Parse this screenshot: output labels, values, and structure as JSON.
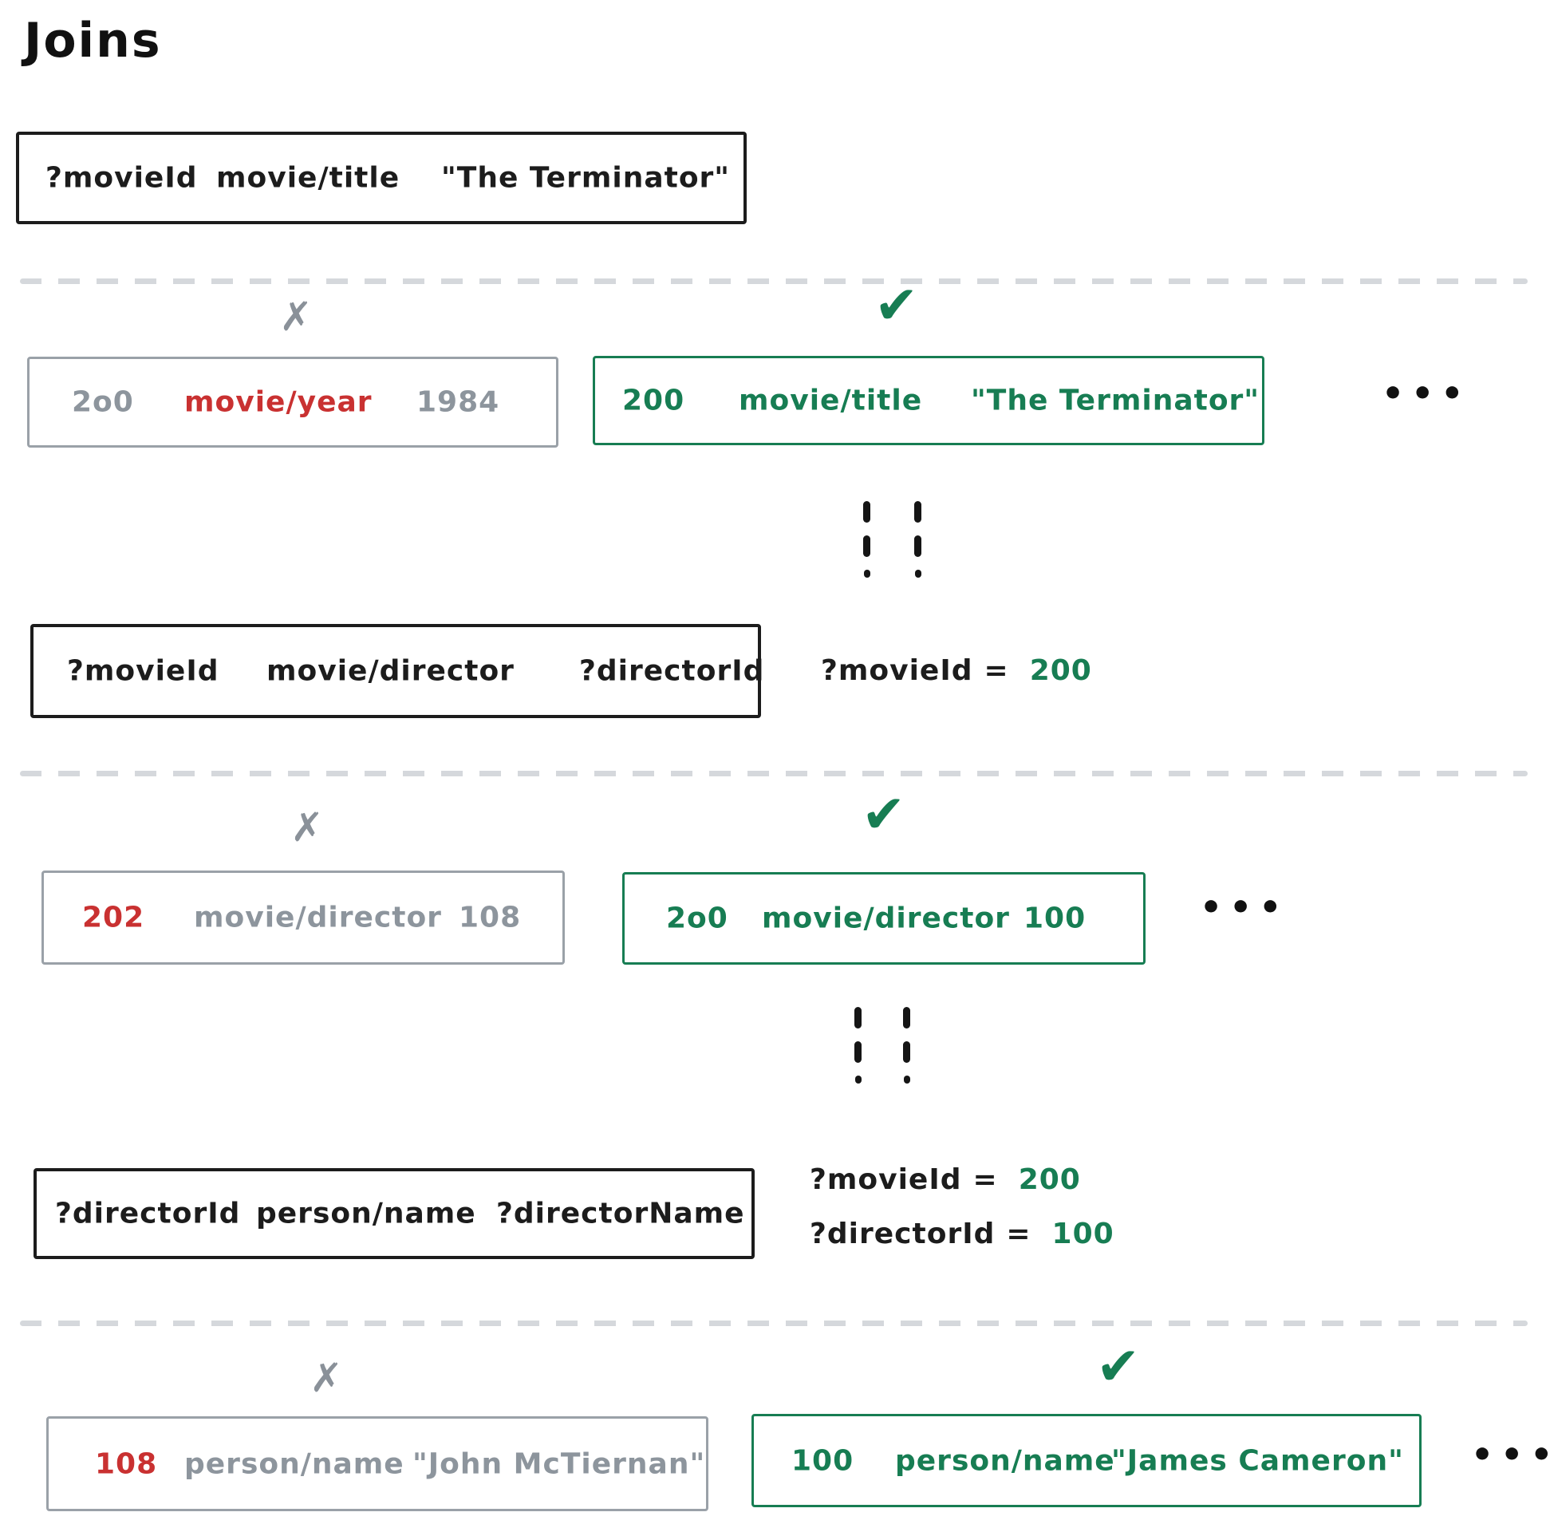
{
  "title": "Joins",
  "marks": {
    "fail": "✗",
    "pass": "✔",
    "ellipsis": "•••"
  },
  "colors": {
    "green": "#177d53",
    "red": "#c93131",
    "gray": "#8d959d",
    "border_gray": "#9aa1a8",
    "black": "#1c1c1c",
    "divider": "#d5d8dc"
  },
  "query1": {
    "subject": "?movieId",
    "predicate": "movie/title",
    "object": "\"The Terminator\""
  },
  "row1": {
    "fail": {
      "subject": "2o0",
      "predicate": "movie/year",
      "object": "1984"
    },
    "pass": {
      "subject": "200",
      "predicate": "movie/title",
      "object": "\"The Terminator\""
    }
  },
  "query2": {
    "subject": "?movieId",
    "predicate": "movie/director",
    "object": "?directorId",
    "bindings": [
      {
        "variable": "?movieId",
        "op": "=",
        "value": "200"
      }
    ]
  },
  "row2": {
    "fail": {
      "subject": "202",
      "predicate": "movie/director",
      "object": "108"
    },
    "pass": {
      "subject": "2o0",
      "predicate": "movie/director",
      "object": "100"
    }
  },
  "query3": {
    "subject": "?directorId",
    "predicate": "person/name",
    "object": "?directorName",
    "bindings": [
      {
        "variable": "?movieId",
        "op": "=",
        "value": "200"
      },
      {
        "variable": "?directorId",
        "op": "=",
        "value": "100"
      }
    ]
  },
  "row3": {
    "fail": {
      "subject": "108",
      "predicate": "person/name",
      "object": "\"John McTiernan\""
    },
    "pass": {
      "subject": "100",
      "predicate": "person/name",
      "object": "\"James Cameron\""
    }
  }
}
